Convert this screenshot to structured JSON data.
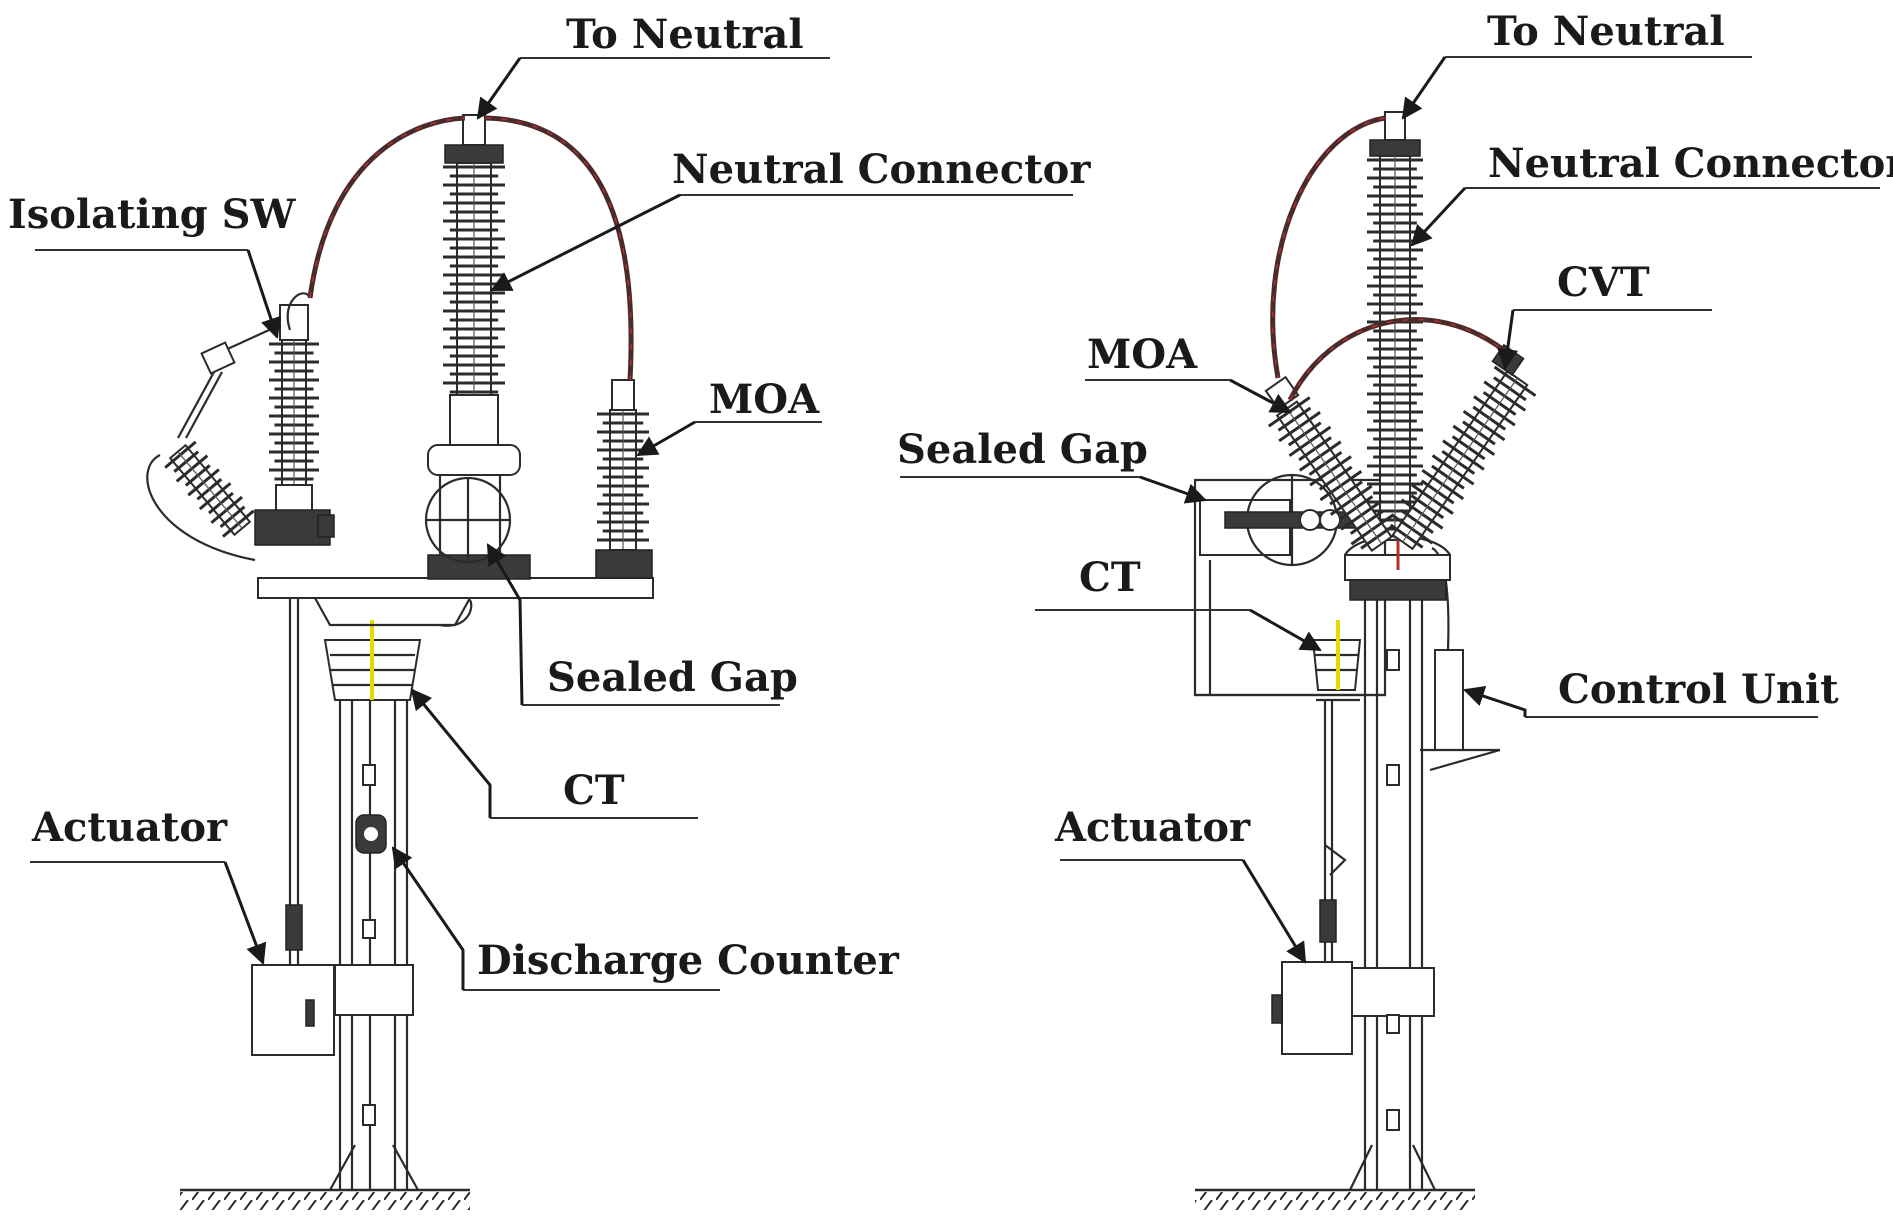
{
  "left_assembly": {
    "labels": {
      "to_neutral": "To Neutral",
      "neutral_connector": "Neutral Connector",
      "isolating_sw": "Isolating SW",
      "moa": "MOA",
      "sealed_gap": "Sealed Gap",
      "ct": "CT",
      "actuator": "Actuator",
      "discharge_counter": "Discharge Counter"
    }
  },
  "right_assembly": {
    "labels": {
      "to_neutral": "To Neutral",
      "neutral_connector": "Neutral Connector",
      "cvt": "CVT",
      "moa": "MOA",
      "sealed_gap": "Sealed Gap",
      "ct": "CT",
      "control_unit": "Control Unit",
      "actuator": "Actuator"
    }
  },
  "colors": {
    "line": "#2b2b2b",
    "cable": "#4a2a2a",
    "cable_accent": "#b03030",
    "ct_accent": "#e8d800",
    "background": "#ffffff"
  }
}
